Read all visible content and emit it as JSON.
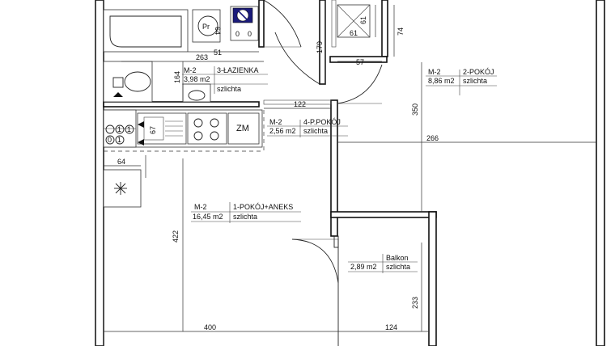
{
  "rooms": {
    "lazienka": {
      "code": "M-2",
      "name": "3-ŁAZIENKA",
      "area": "3,98 m2",
      "finish": "szlichta"
    },
    "pokoj2": {
      "code": "M-2",
      "name": "2-POKÓJ",
      "area": "8,86 m2",
      "finish": "szlichta"
    },
    "przedpokoj": {
      "code": "M-2",
      "name": "4-P.POKÓJ",
      "area": "2,56 m2",
      "finish": "szlichta"
    },
    "pokoj1": {
      "code": "M-2",
      "name": "1-POKÓJ+ANEKS",
      "area": "16,45 m2",
      "finish": "szlichta"
    },
    "balkon": {
      "name": "Balkon",
      "area": "2,89 m2",
      "finish": "szlichta"
    }
  },
  "dimensions": {
    "d263": "263",
    "d51": "51",
    "d164": "164",
    "d179": "179",
    "d122": "122",
    "d57": "57",
    "d61a": "61",
    "d61b": "61",
    "d74": "74",
    "d350": "350",
    "d266": "266",
    "d67": "67",
    "d64": "64",
    "d422": "422",
    "d400": "400",
    "d124": "124",
    "d233": "233"
  },
  "fixtures": {
    "zm": "ZM",
    "pr": "Pr",
    "boiler_num": "64",
    "meter_a": "0",
    "meter_b": "0",
    "cook_a": "1",
    "cook_b": "1",
    "cook_c": "0",
    "cook_d": "1"
  }
}
